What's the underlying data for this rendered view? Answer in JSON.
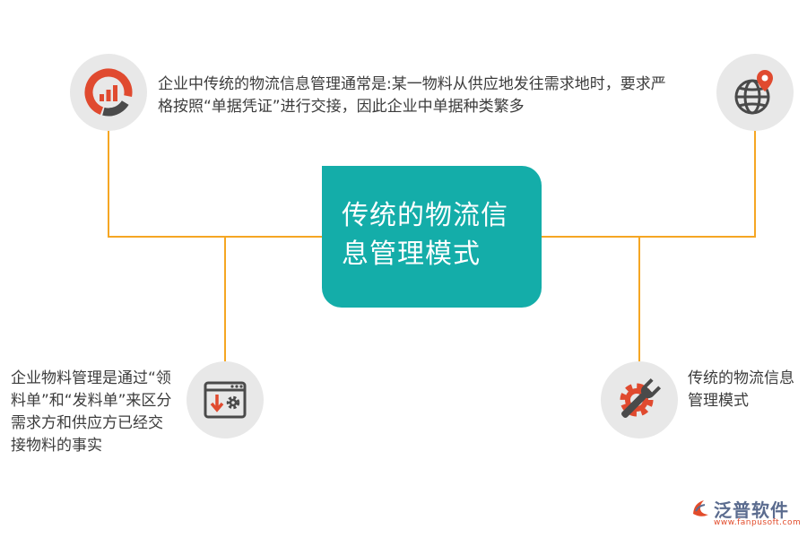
{
  "center": {
    "title": "传统的物流信息管理模式"
  },
  "nodes": {
    "top_left": {
      "icon": "pie-chart-icon",
      "text": "企业中传统的物流信息管理通常是:某一物料从供应地发往需求地时，要求严格按照“单据凭证”进行交接，因此企业中单据种类繁多"
    },
    "top_right": {
      "icon": "globe-location-icon"
    },
    "bottom_left": {
      "icon": "download-settings-window-icon",
      "text": "企业物料管理是通过“领料单”和“发料单”来区分需求方和供应方已经交接物料的事实"
    },
    "bottom_right": {
      "icon": "gear-wrench-icon",
      "text": "传统的物流信息管理模式"
    }
  },
  "brand": {
    "name": "泛普软件",
    "url": "www.fanpusoft.com"
  },
  "colors": {
    "accent_teal": "#14ada9",
    "connector_orange": "#f5a623",
    "icon_red": "#e04a2f",
    "icon_dark": "#4a4a4a",
    "circle_gray": "#e8e8e8"
  }
}
